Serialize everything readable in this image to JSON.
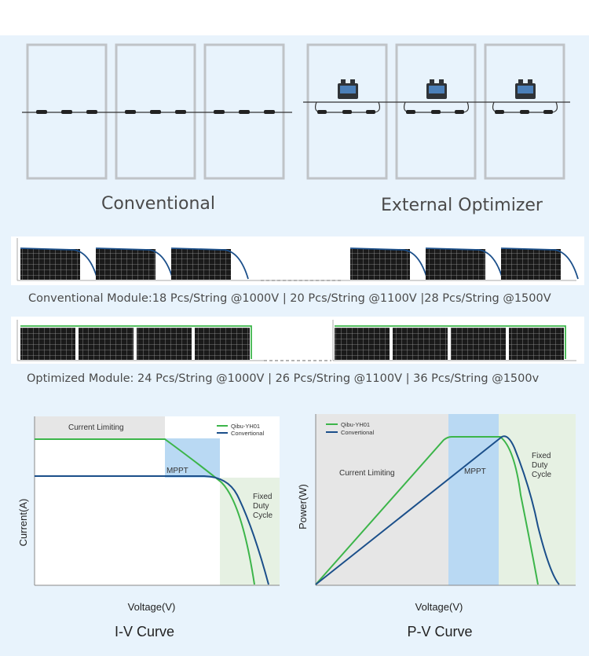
{
  "top": {
    "conventional_label": "Conventional",
    "optimizer_label": "External Optimizer"
  },
  "strings": {
    "conventional_caption": "Conventional Module:18 Pcs/String @1000V | 20 Pcs/String @1100V |28 Pcs/String @1500V",
    "optimized_caption": "Optimized Module: 24 Pcs/String @1000V | 26 Pcs/String @1100V | 36 Pcs/String @1500v"
  },
  "iv_chart": {
    "title": "I-V Curve",
    "xlabel": "Voltage(V)",
    "ylabel": "Current(A)",
    "region_current_limiting": "Current Limiting",
    "region_mppt": "MPPT",
    "region_fixed": [
      "Fixed",
      "Duty",
      "Cycle"
    ],
    "legend": [
      {
        "name": "Qibu-YH01",
        "color": "#3cb54a"
      },
      {
        "name": "Convertional",
        "color": "#1b4f8a"
      }
    ]
  },
  "pv_chart": {
    "title": "P-V Curve",
    "xlabel": "Voltage(V)",
    "ylabel": "Power(W)",
    "region_current_limiting": "Current Limiting",
    "region_mppt": "MPPT",
    "region_fixed": [
      "Fixed",
      "Duty",
      "Cycle"
    ],
    "legend": [
      {
        "name": "Qibu-YH01",
        "color": "#3cb54a"
      },
      {
        "name": "Convertional",
        "color": "#1b4f8a"
      }
    ]
  },
  "colors": {
    "background": "#e8f3fc",
    "green": "#3cb54a",
    "navy": "#1b4f8a",
    "panel_frame": "#bfc3c7",
    "mppt_region": "#b9d9f3",
    "current_limit_region": "#e6e6e6",
    "fixed_region": "#e6f1e3"
  }
}
